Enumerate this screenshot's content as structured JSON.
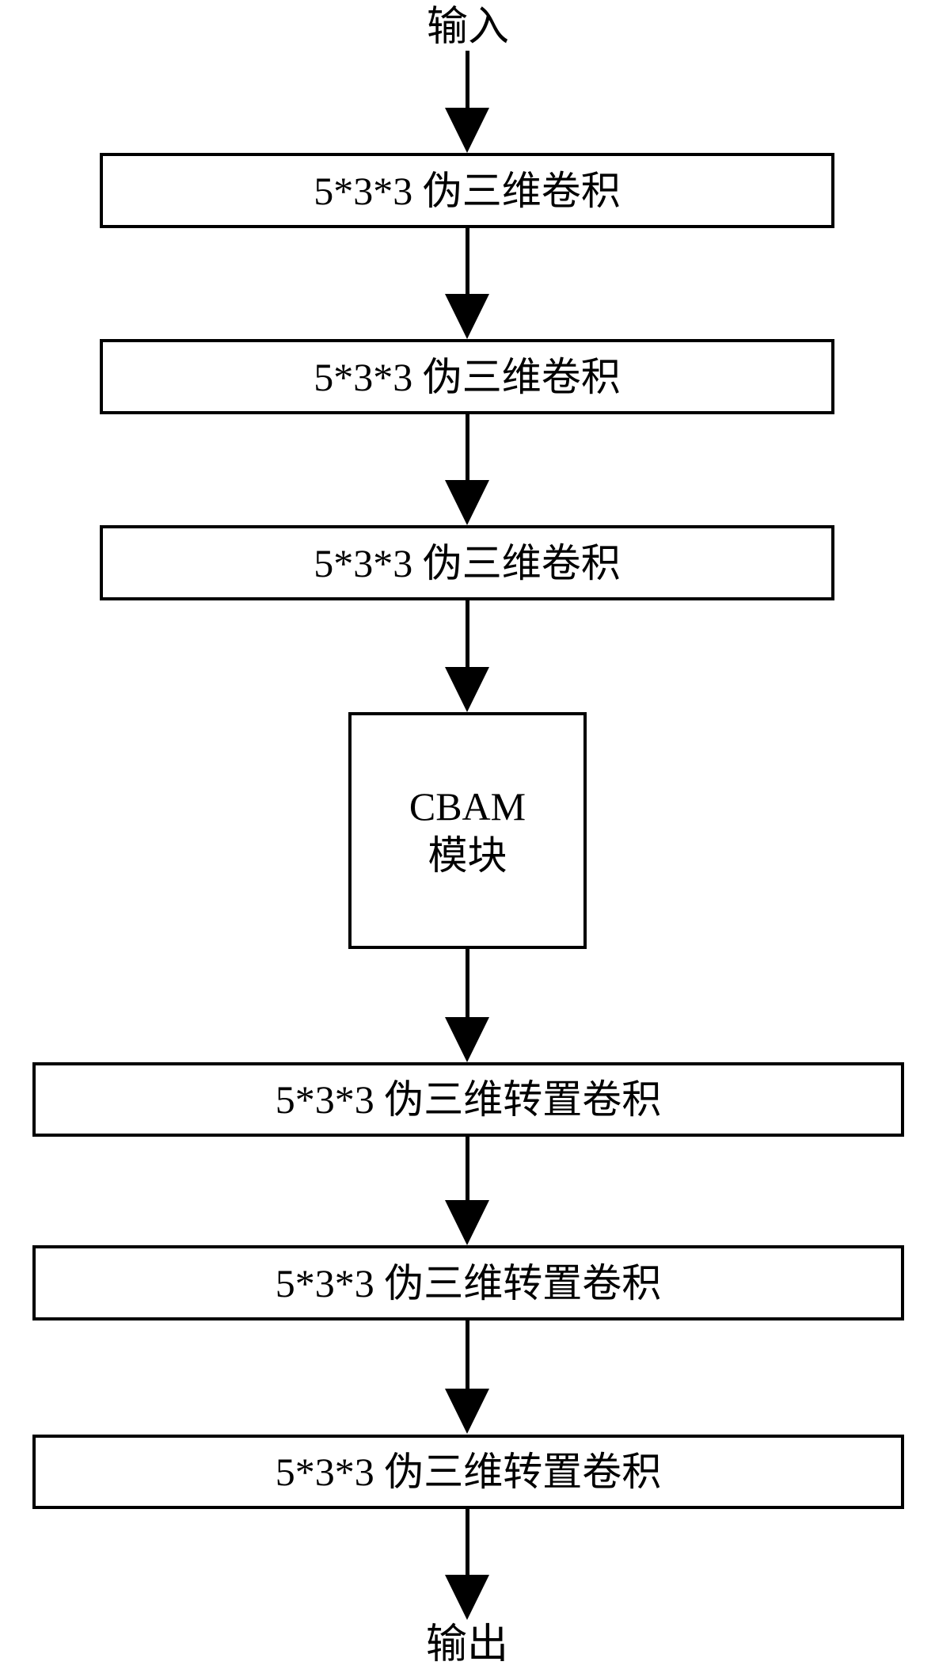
{
  "flowchart": {
    "input_label": "输入",
    "output_label": "输出",
    "boxes": [
      {
        "label": "5*3*3 伪三维卷积"
      },
      {
        "label": "5*3*3 伪三维卷积"
      },
      {
        "label": "5*3*3 伪三维卷积"
      },
      {
        "label_line1": "CBAM",
        "label_line2": "模块"
      },
      {
        "label": "5*3*3 伪三维转置卷积"
      },
      {
        "label": "5*3*3 伪三维转置卷积"
      },
      {
        "label": "5*3*3 伪三维转置卷积"
      }
    ],
    "colors": {
      "stroke": "#000000",
      "fill": "#ffffff",
      "text": "#000000"
    }
  }
}
